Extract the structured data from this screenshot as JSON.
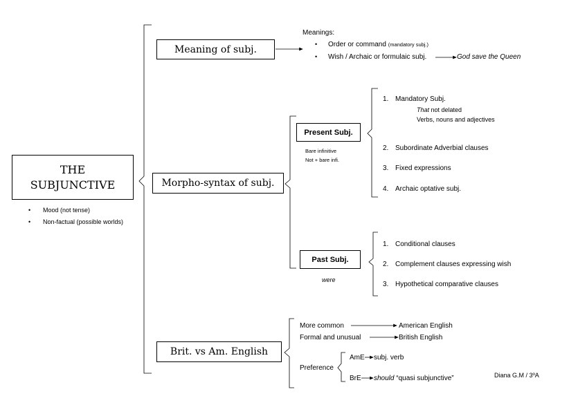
{
  "root": {
    "title_line1": "THE",
    "title_line2": "SUBJUNCTIVE",
    "bullets": [
      "Mood (not tense)",
      "Non-factual (possible worlds)"
    ]
  },
  "meaning": {
    "box_label": "Meaning of subj.",
    "heading": "Meanings:",
    "item1_text": "Order or command",
    "item1_note": "(mandatory subj.)",
    "item2_text": "Wish / Archaic or formulaic subj.",
    "item2_example": "God save the Queen"
  },
  "morpho": {
    "box_label": "Morpho-syntax of subj.",
    "present": {
      "box_label": "Present Subj.",
      "note1": "Bare infinitive",
      "note2": "Not + bare infi.",
      "items": [
        {
          "num": "1.",
          "label": "Mandatory Subj."
        },
        {
          "num": "2.",
          "label": "Subordinate Adverbial clauses"
        },
        {
          "num": "3.",
          "label": "Fixed expressions"
        },
        {
          "num": "4.",
          "label": "Archaic optative subj."
        }
      ],
      "sub_that_italic": "That",
      "sub_that_rest": " not delated",
      "sub_verbs": "Verbs, nouns and adjectives"
    },
    "past": {
      "box_label": "Past Subj.",
      "note": "were",
      "items": [
        {
          "num": "1.",
          "label": "Conditional clauses"
        },
        {
          "num": "2.",
          "label": "Complement clauses expressing wish"
        },
        {
          "num": "3.",
          "label": "Hypothetical comparative clauses"
        }
      ]
    }
  },
  "brit": {
    "box_label": "Brit. vs Am. English",
    "more_common": "More common",
    "american": "American English",
    "formal": "Formal and unusual",
    "british": "British English",
    "preference": "Preference",
    "ame": "AmE",
    "ame_result": "subj. verb",
    "bre": "BrE",
    "bre_should": "should",
    "bre_rest": " “quasi subjunctive”"
  },
  "author": "Diana G.M / 3ºA"
}
